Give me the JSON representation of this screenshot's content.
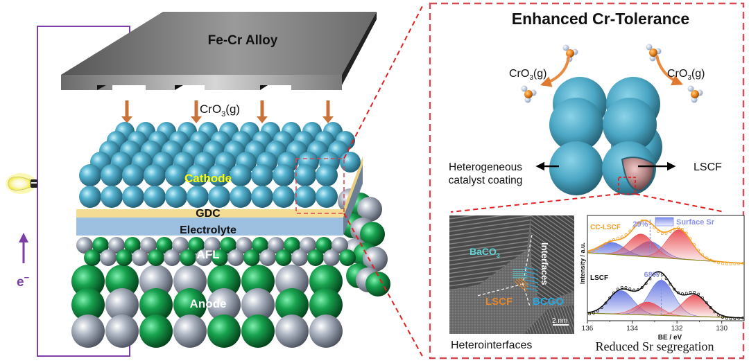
{
  "left_panel": {
    "alloy_label": "Fe-Cr Alloy",
    "gas_label": "CrO",
    "gas_sub": "3",
    "gas_suffix": "(g)",
    "layers": {
      "cathode": "Cathode",
      "gdc": "GDC",
      "electrolyte": "Electrolyte",
      "afl": "AFL",
      "anode": "Anode"
    },
    "electron_label": "e",
    "electron_sup": "−"
  },
  "right_panel": {
    "title": "Enhanced Cr-Tolerance",
    "gas_left": {
      "main": "CrO",
      "sub": "3",
      "suffix": "(g)"
    },
    "gas_right": {
      "main": "CrO",
      "sub": "3",
      "suffix": "(g)"
    },
    "coating_label_line1": "Heterogeneous",
    "coating_label_line2": "catalyst coating",
    "core_label": "LSCF",
    "tem": {
      "labels": {
        "baco3": "BaCO",
        "baco3_sub": "3",
        "interfaces": "Interfaces",
        "lscf": "LSCF",
        "bcgo": "BCGO",
        "scale": "2 nm"
      },
      "caption": "Heterointerfaces"
    },
    "caption_xps": "Reduced Sr segregation"
  },
  "chart_data": {
    "type": "line",
    "title": "",
    "xlabel": "BE / eV",
    "ylabel": "Intensity / a.u.",
    "xlim": [
      136,
      129
    ],
    "x_ticks": [
      136,
      134,
      132,
      130
    ],
    "legend": {
      "label": "Surface Sr",
      "placement": "top-right"
    },
    "series": [
      {
        "name": "CC-LSCF",
        "surface_sr_percent": "29%",
        "surface_sr_peak_be": 133.2,
        "peaks": [
          {
            "component": "surface",
            "center": 134.9,
            "height": 0.28
          },
          {
            "component": "surface",
            "center": 133.2,
            "height": 0.36
          },
          {
            "component": "lattice",
            "center": 133.6,
            "height": 0.52
          },
          {
            "component": "lattice",
            "center": 131.9,
            "height": 0.68
          }
        ]
      },
      {
        "name": "LSCF",
        "surface_sr_percent": "68%",
        "surface_sr_peak_be": 132.7,
        "peaks": [
          {
            "component": "surface",
            "center": 134.5,
            "height": 0.55
          },
          {
            "component": "surface",
            "center": 132.7,
            "height": 0.82
          },
          {
            "component": "lattice",
            "center": 133.3,
            "height": 0.3
          },
          {
            "component": "lattice",
            "center": 131.2,
            "height": 0.5
          }
        ]
      }
    ]
  },
  "colors": {
    "frame_dash": "#d24a55",
    "circuit": "#7a3ea6",
    "arrow": "#c8733a",
    "cathode_sphere": "#4aa6c4",
    "gdc": "#f2d98c",
    "electrolyte": "#9dbfe0",
    "anode_green": "#1a9a4a",
    "anode_gray": "#a9b1bf",
    "cathode_text": "#ffff00",
    "xps_orange": "#f39c1e",
    "xps_blue": "#5b6ee0",
    "xps_red": "#e8454a",
    "xps_baseline": "#8a8a20",
    "tem_cyan": "#5fd6d6",
    "tem_orange": "#e8862a",
    "tem_blue": "#25a8e0"
  }
}
